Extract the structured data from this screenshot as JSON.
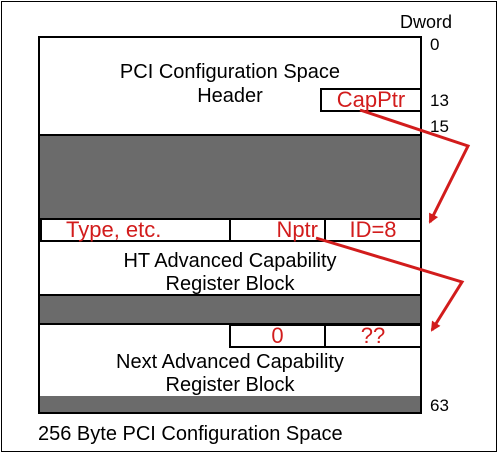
{
  "header_label": "Dword",
  "dword_marks": [
    "0",
    "13",
    "15",
    "63"
  ],
  "header_block": {
    "line1": "PCI Configuration Space",
    "line2": "Header",
    "capptr": "CapPtr"
  },
  "ht_block": {
    "type_cell": "Type, etc.",
    "nptr_cell": "Nptr",
    "id_cell": "ID=8",
    "line1": "HT Advanced Capability",
    "line2": "Register  Block"
  },
  "next_block": {
    "zero_cell": "0",
    "qq_cell": "??",
    "line1": "Next Advanced Capability",
    "line2": "Register Block"
  },
  "caption": "256 Byte PCI Configuration Space",
  "colors": {
    "accent": "#d21c1c",
    "band": "#6b6b6b"
  }
}
